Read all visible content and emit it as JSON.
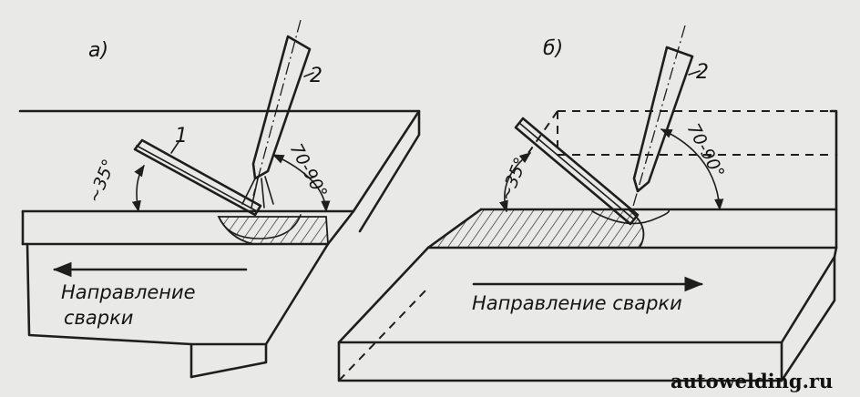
{
  "figure_a": {
    "label": "а)",
    "electrode_number": "1",
    "torch_number": "2",
    "electrode_angle": "~35°",
    "torch_angle": "70-90°",
    "direction_line1": "Направление",
    "direction_line2": "сварки"
  },
  "figure_b": {
    "label": "б)",
    "torch_number": "2",
    "electrode_angle": "~35°",
    "torch_angle": "70-90°",
    "direction_text": "Направление сварки"
  },
  "watermark": "autowelding.ru"
}
